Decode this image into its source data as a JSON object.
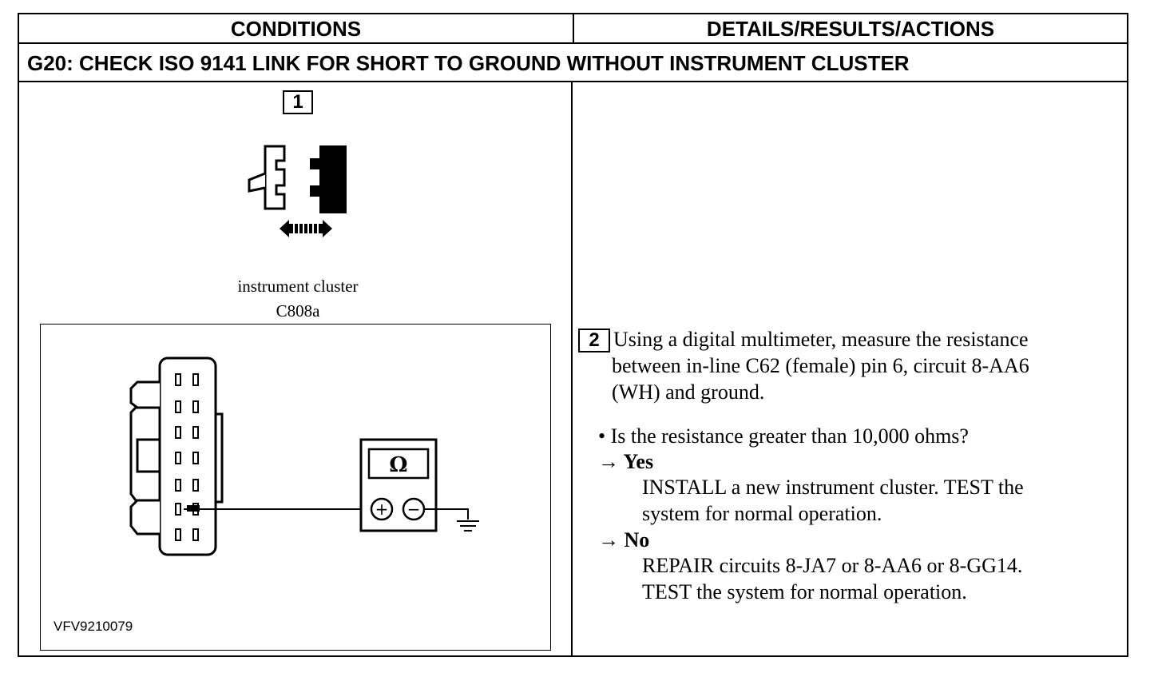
{
  "header": {
    "conditions": "CONDITIONS",
    "details": "DETAILS/RESULTS/ACTIONS"
  },
  "test_title": "G20: CHECK ISO 9141 LINK FOR SHORT TO GROUND WITHOUT INSTRUMENT CLUSTER",
  "step1": {
    "number": "1",
    "caption_line1": "instrument cluster",
    "caption_line2": "C808a"
  },
  "figure": {
    "id": "VFV9210079",
    "meter_symbol": "Ω",
    "plus_symbol": "+",
    "minus_symbol": "−",
    "icons": [
      "connector-disconnect-icon",
      "double-arrow-icon",
      "connector-icon",
      "multimeter-icon",
      "ground-icon"
    ]
  },
  "step2": {
    "number": "2",
    "instruction_line1": "Using a digital multimeter, measure the resistance",
    "instruction_line2": "between in-line C62 (female) pin 6, circuit 8-AA6",
    "instruction_line3": "(WH) and ground.",
    "question": "• Is the resistance greater than 10,000 ohms?",
    "yes_label": "→ Yes",
    "yes_line1": "INSTALL a new instrument cluster. TEST the",
    "yes_line2": "system for normal operation.",
    "no_label": "→ No",
    "no_line1": "REPAIR circuits 8-JA7 or 8-AA6 or 8-GG14.",
    "no_line2": "TEST the system for normal operation."
  }
}
